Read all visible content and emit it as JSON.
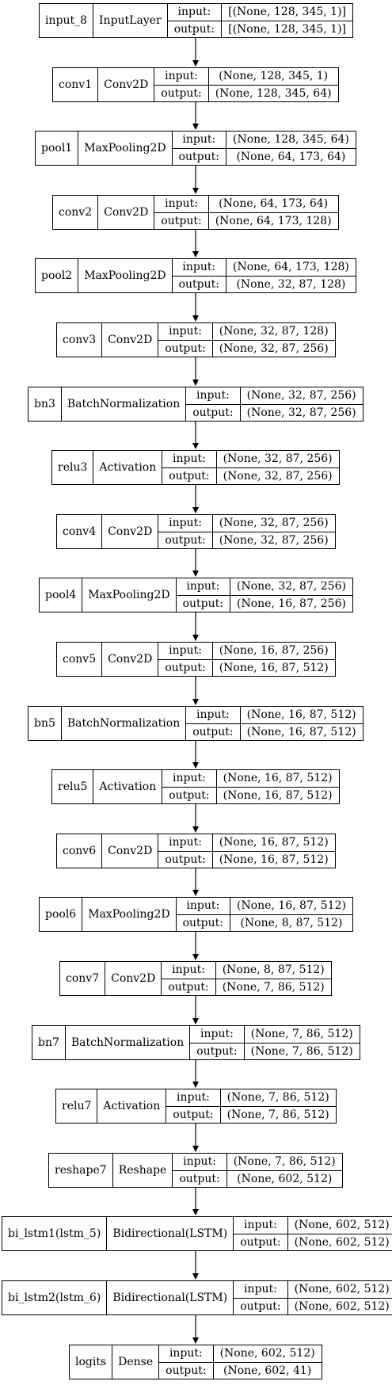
{
  "io_labels": {
    "input": "input:",
    "output": "output:"
  },
  "layers": [
    {
      "name": "input_8",
      "type": "InputLayer",
      "input": "[(None, 128, 345, 1)]",
      "output": "[(None, 128, 345, 1)]"
    },
    {
      "name": "conv1",
      "type": "Conv2D",
      "input": "(None, 128, 345, 1)",
      "output": "(None, 128, 345, 64)"
    },
    {
      "name": "pool1",
      "type": "MaxPooling2D",
      "input": "(None, 128, 345, 64)",
      "output": "(None, 64, 173, 64)"
    },
    {
      "name": "conv2",
      "type": "Conv2D",
      "input": "(None, 64, 173, 64)",
      "output": "(None, 64, 173, 128)"
    },
    {
      "name": "pool2",
      "type": "MaxPooling2D",
      "input": "(None, 64, 173, 128)",
      "output": "(None, 32, 87, 128)"
    },
    {
      "name": "conv3",
      "type": "Conv2D",
      "input": "(None, 32, 87, 128)",
      "output": "(None, 32, 87, 256)"
    },
    {
      "name": "bn3",
      "type": "BatchNormalization",
      "input": "(None, 32, 87, 256)",
      "output": "(None, 32, 87, 256)"
    },
    {
      "name": "relu3",
      "type": "Activation",
      "input": "(None, 32, 87, 256)",
      "output": "(None, 32, 87, 256)"
    },
    {
      "name": "conv4",
      "type": "Conv2D",
      "input": "(None, 32, 87, 256)",
      "output": "(None, 32, 87, 256)"
    },
    {
      "name": "pool4",
      "type": "MaxPooling2D",
      "input": "(None, 32, 87, 256)",
      "output": "(None, 16, 87, 256)"
    },
    {
      "name": "conv5",
      "type": "Conv2D",
      "input": "(None, 16, 87, 256)",
      "output": "(None, 16, 87, 512)"
    },
    {
      "name": "bn5",
      "type": "BatchNormalization",
      "input": "(None, 16, 87, 512)",
      "output": "(None, 16, 87, 512)"
    },
    {
      "name": "relu5",
      "type": "Activation",
      "input": "(None, 16, 87, 512)",
      "output": "(None, 16, 87, 512)"
    },
    {
      "name": "conv6",
      "type": "Conv2D",
      "input": "(None, 16, 87, 512)",
      "output": "(None, 16, 87, 512)"
    },
    {
      "name": "pool6",
      "type": "MaxPooling2D",
      "input": "(None, 16, 87, 512)",
      "output": "(None, 8, 87, 512)"
    },
    {
      "name": "conv7",
      "type": "Conv2D",
      "input": "(None, 8, 87, 512)",
      "output": "(None, 7, 86, 512)"
    },
    {
      "name": "bn7",
      "type": "BatchNormalization",
      "input": "(None, 7, 86, 512)",
      "output": "(None, 7, 86, 512)"
    },
    {
      "name": "relu7",
      "type": "Activation",
      "input": "(None, 7, 86, 512)",
      "output": "(None, 7, 86, 512)"
    },
    {
      "name": "reshape7",
      "type": "Reshape",
      "input": "(None, 7, 86, 512)",
      "output": "(None, 602, 512)"
    },
    {
      "name": "bi_lstm1(lstm_5)",
      "type": "Bidirectional(LSTM)",
      "input": "(None, 602, 512)",
      "output": "(None, 602, 512)"
    },
    {
      "name": "bi_lstm2(lstm_6)",
      "type": "Bidirectional(LSTM)",
      "input": "(None, 602, 512)",
      "output": "(None, 602, 512)"
    },
    {
      "name": "logits",
      "type": "Dense",
      "input": "(None, 602, 512)",
      "output": "(None, 602, 41)"
    }
  ]
}
